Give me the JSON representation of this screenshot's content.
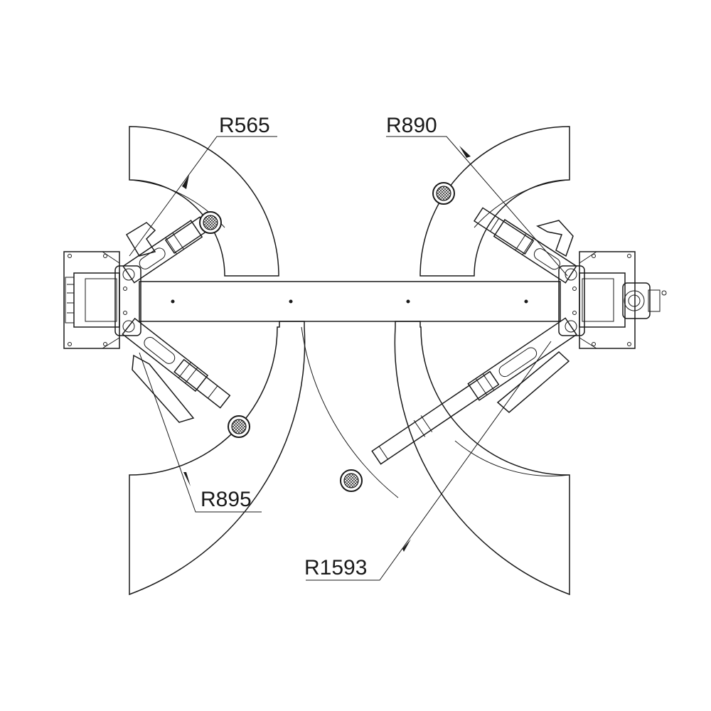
{
  "diagram": {
    "dimensions": [
      {
        "id": "r565",
        "label": "R565"
      },
      {
        "id": "r890",
        "label": "R890"
      },
      {
        "id": "r895",
        "label": "R895"
      },
      {
        "id": "r1593",
        "label": "R1593"
      }
    ]
  }
}
